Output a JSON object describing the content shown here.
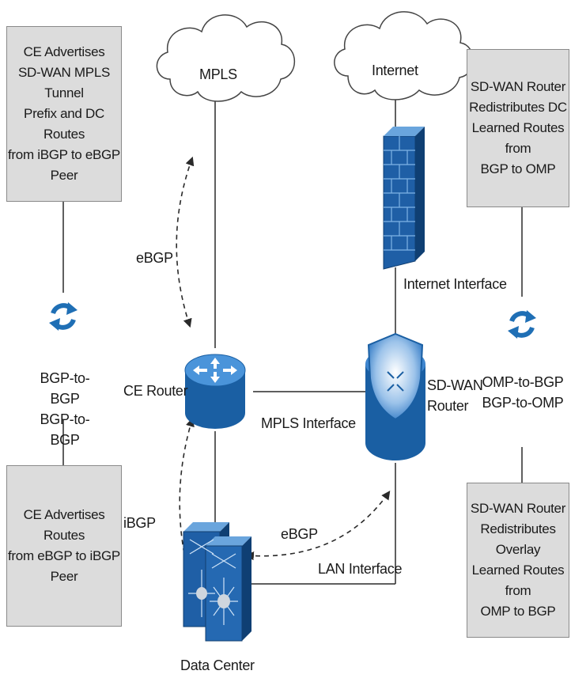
{
  "clouds": {
    "mpls": "MPLS",
    "internet": "Internet"
  },
  "boxes": {
    "ce_top": "CE Advertises\nSD-WAN MPLS Tunnel\nPrefix and DC Routes\nfrom iBGP to eBGP\nPeer",
    "ce_bottom": "CE Advertises Routes\nfrom eBGP to iBGP\nPeer",
    "sdwan_top": "SD-WAN Router\nRedistributes DC\nLearned Routes from\nBGP to OMP",
    "sdwan_bottom": "SD-WAN Router\nRedistributes Overlay\nLearned Routes from\nOMP to BGP"
  },
  "labels": {
    "bgp_to_bgp": "BGP-to-BGP\nBGP-to-BGP",
    "omp_bgp": "OMP-to-BGP\nBGP-to-OMP",
    "ce_router": "CE Router",
    "sdwan_router": "SD-WAN\nRouter",
    "ebgp_top": "eBGP",
    "ibgp": "iBGP",
    "ebgp_bottom": "eBGP",
    "internet_interface": "Internet Interface",
    "mpls_interface": "MPLS Interface",
    "lan_interface": "LAN Interface",
    "data_center": "Data Center"
  },
  "icons": {
    "sync": "sync-arrows-icon",
    "firewall": "firewall-icon",
    "ce_router": "router-icon",
    "sdwan_router": "sdwan-router-icon",
    "data_center": "switch-stack-icon"
  },
  "colors": {
    "box_fill": "#dcdcdc",
    "box_border": "#8a8a8a",
    "device_blue": "#1f6fb5",
    "device_dark": "#0f4f8f",
    "line": "#2a2a2a"
  }
}
